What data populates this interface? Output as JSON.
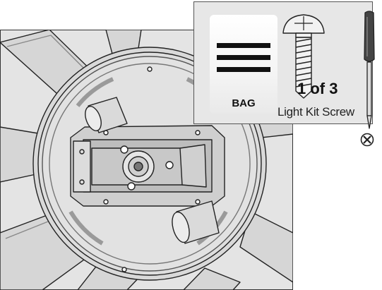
{
  "callout": {
    "bag_label": "BAG",
    "count_label": "1 of 3",
    "screw_name": "Light Kit Screw"
  },
  "icons": {
    "bag": "hardware-bag-icon",
    "screw": "screw-icon",
    "screwdriver": "screwdriver-icon",
    "phillips": "phillips-head-icon"
  },
  "colors": {
    "line": "#222222",
    "housing_fill": "#d9d9d9",
    "callout_bg": "#e7e7e7"
  }
}
